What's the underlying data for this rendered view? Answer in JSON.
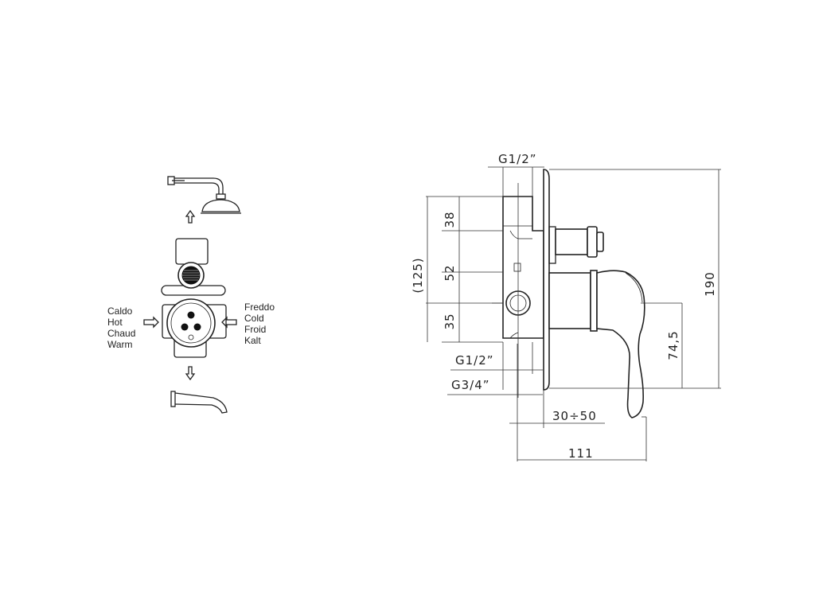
{
  "schematic": {
    "hot_labels": [
      "Caldo",
      "Hot",
      "Chaud",
      "Warm"
    ],
    "cold_labels": [
      "Freddo",
      "Cold",
      "Froid",
      "Kalt"
    ]
  },
  "dimensions": {
    "top_connection": "G1/2”",
    "bottom_connection": "G1/2”",
    "inlet_connection": "G3/4”",
    "dim_38": "38",
    "dim_52": "52",
    "dim_35": "35",
    "dim_125": "(125)",
    "dim_190": "190",
    "dim_74_5": "74,5",
    "dim_30_50": "30÷50",
    "dim_111": "111"
  }
}
